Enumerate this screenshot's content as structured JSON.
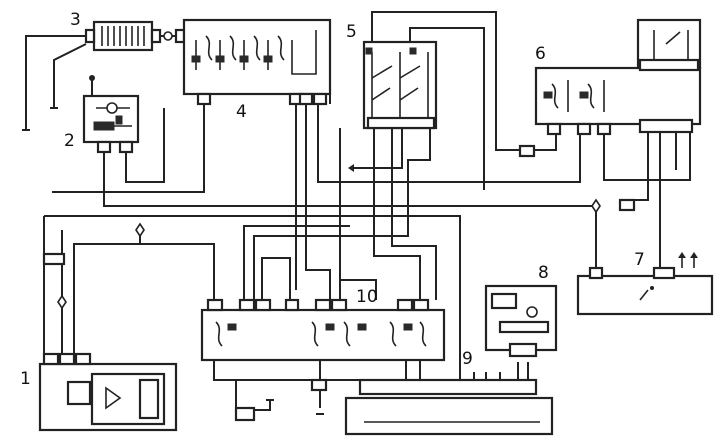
{
  "diagram": {
    "callouts": [
      {
        "id": "1",
        "text": "1"
      },
      {
        "id": "2",
        "text": "2"
      },
      {
        "id": "3",
        "text": "3"
      },
      {
        "id": "4",
        "text": "4"
      },
      {
        "id": "5",
        "text": "5"
      },
      {
        "id": "6",
        "text": "6"
      },
      {
        "id": "7",
        "text": "7"
      },
      {
        "id": "8",
        "text": "8"
      },
      {
        "id": "9",
        "text": "9"
      },
      {
        "id": "10",
        "text": "10"
      }
    ]
  },
  "colors": {
    "line": "#222222",
    "background": "#ffffff"
  }
}
